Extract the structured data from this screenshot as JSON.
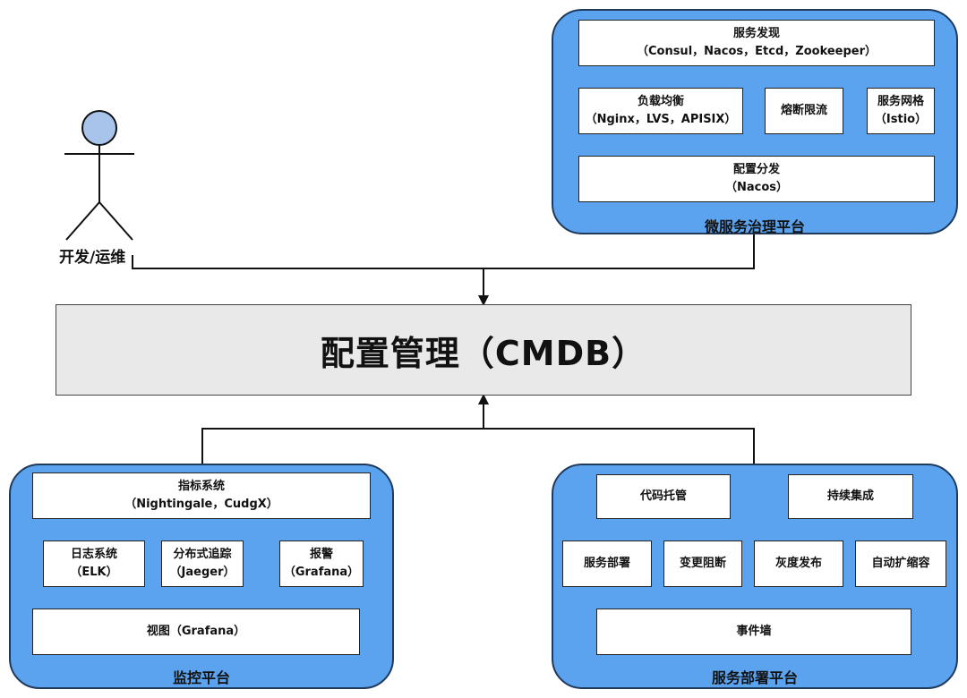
{
  "actor": {
    "label": "开发/运维"
  },
  "cmdb": {
    "label": "配置管理（CMDB）"
  },
  "microservice": {
    "title": "微服务治理平台",
    "discovery": {
      "name": "服务发现",
      "detail": "（Consul，Nacos，Etcd，Zookeeper）"
    },
    "lb": {
      "name": "负载均衡",
      "detail": "（Nginx，LVS，APISIX）"
    },
    "circuit": {
      "name": "熔断限流"
    },
    "mesh": {
      "name": "服务网格",
      "detail": "（Istio）"
    },
    "config": {
      "name": "配置分发",
      "detail": "（Nacos）"
    }
  },
  "monitoring": {
    "title": "监控平台",
    "metrics": {
      "name": "指标系统",
      "detail": "（Nightingale，CudgX）"
    },
    "logs": {
      "name": "日志系统",
      "detail": "（ELK）"
    },
    "tracing": {
      "name": "分布式追踪",
      "detail": "（Jaeger）"
    },
    "alert": {
      "name": "报警",
      "detail": "（Grafana）"
    },
    "view": {
      "name": "视图（Grafana）"
    }
  },
  "deploy": {
    "title": "服务部署平台",
    "code": {
      "name": "代码托管"
    },
    "ci": {
      "name": "持续集成"
    },
    "service_deploy": {
      "name": "服务部署"
    },
    "change_block": {
      "name": "变更阻断"
    },
    "gray": {
      "name": "灰度发布"
    },
    "autoscale": {
      "name": "自动扩缩容"
    },
    "event_wall": {
      "name": "事件墙"
    }
  },
  "colors": {
    "platform_fill": "#5ba3ef",
    "platform_border": "#1f3a5c",
    "cmdb_fill": "#e9e9e9"
  }
}
